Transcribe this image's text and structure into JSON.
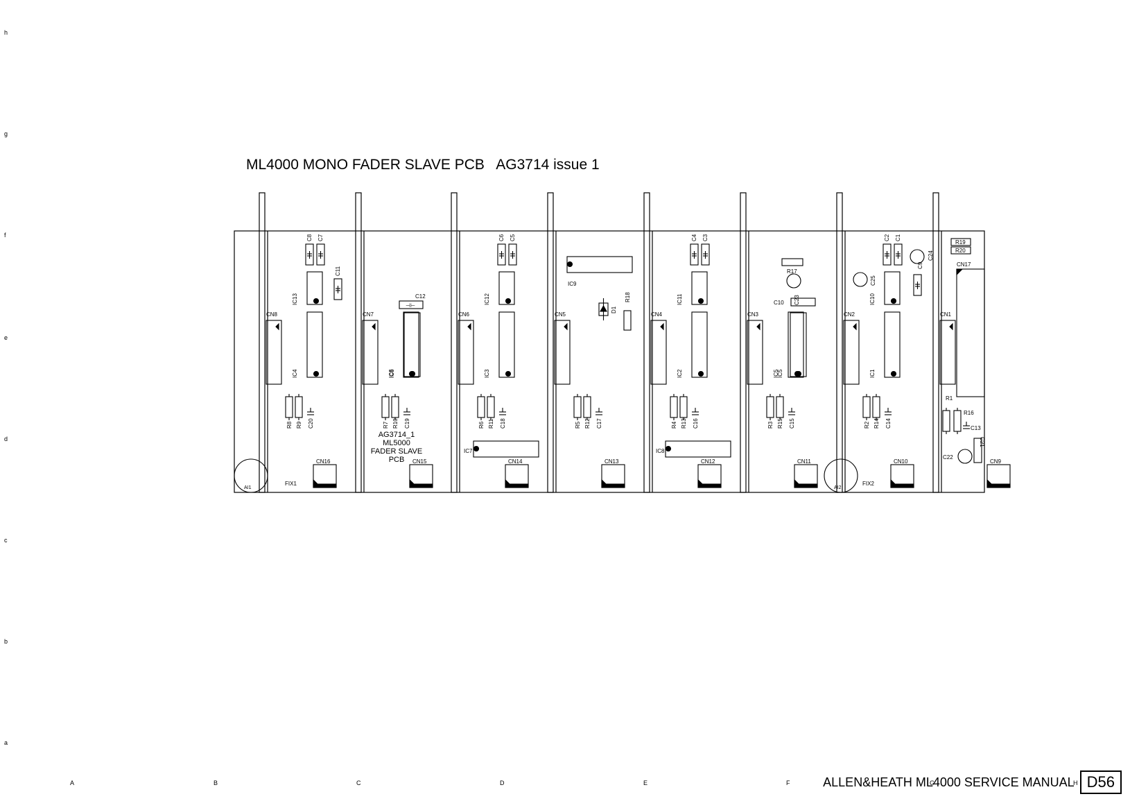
{
  "title": "ML4000 MONO FADER SLAVE PCB   AG3714 issue 1",
  "row_markers": [
    "h",
    "g",
    "f",
    "e",
    "d",
    "c",
    "b",
    "a"
  ],
  "col_markers": [
    "A",
    "B",
    "C",
    "D",
    "E",
    "F",
    "G",
    "H"
  ],
  "board_marking": [
    "AG3714_1",
    "ML5000",
    "FADER SLAVE",
    "PCB"
  ],
  "channels": [
    {
      "caps": [
        "C8",
        "C7"
      ],
      "ic_small": "IC13",
      "ic_big": "IC4",
      "cn_side": "CN8",
      "res": [
        "R8",
        "R9"
      ],
      "cap_low": "C20",
      "cn_bottom": "CN16"
    },
    {
      "caps": [],
      "ic_small": "",
      "ic_big": "IC6",
      "cn_side": "CN7",
      "res": [
        "R7",
        "R10"
      ],
      "cap_low": "C19",
      "cn_bottom": "CN15"
    },
    {
      "caps": [
        "C6",
        "C5"
      ],
      "ic_small": "IC12",
      "ic_big": "IC3",
      "cn_side": "CN6",
      "res": [
        "R6",
        "R11"
      ],
      "cap_low": "C18",
      "cn_bottom": "CN14"
    },
    {
      "caps": [],
      "ic_small": "",
      "ic_big": "",
      "cn_side": "CN5",
      "res": [
        "R5",
        "R12"
      ],
      "cap_low": "C17",
      "cn_bottom": "CN13"
    },
    {
      "caps": [
        "C4",
        "C3"
      ],
      "ic_small": "IC11",
      "ic_big": "IC2",
      "cn_side": "CN4",
      "res": [
        "R4",
        "R13"
      ],
      "cap_low": "C16",
      "cn_bottom": "CN12"
    },
    {
      "caps": [],
      "ic_small": "",
      "ic_big": "IC5",
      "cn_side": "CN3",
      "res": [
        "R3",
        "R15"
      ],
      "cap_low": "C15",
      "cn_bottom": "CN11"
    },
    {
      "caps": [
        "C2",
        "C1"
      ],
      "ic_small": "IC10",
      "ic_big": "IC1",
      "cn_side": "CN2",
      "res": [
        "R2",
        "R14"
      ],
      "cap_low": "C14",
      "cn_bottom": "CN10"
    },
    {
      "caps": [],
      "ic_small": "",
      "ic_big": "",
      "cn_side": "CN1",
      "res": [],
      "cap_low": "",
      "cn_bottom": "CN9"
    }
  ],
  "misc_labels": {
    "c11": "C11",
    "c12": "C12",
    "ic9": "IC9",
    "d1": "D1",
    "r18": "R18",
    "r17": "R17",
    "c10": "C10",
    "c23": "C23",
    "c25": "C25",
    "c9": "C9",
    "c24": "C24",
    "r19": "R19",
    "r20": "R20",
    "cn17": "CN17",
    "r1": "R1",
    "r16": "R16",
    "c13": "C13",
    "c21": "C21",
    "c22": "C22",
    "ic7": "IC7",
    "ic8": "IC8",
    "fix1": "FIX1",
    "fix2": "FIX2",
    "ai1": "AI1",
    "ai2": "AI2"
  },
  "footer": {
    "text": "ALLEN&HEATH ML4000 SERVICE MANUAL",
    "page": "D56"
  }
}
